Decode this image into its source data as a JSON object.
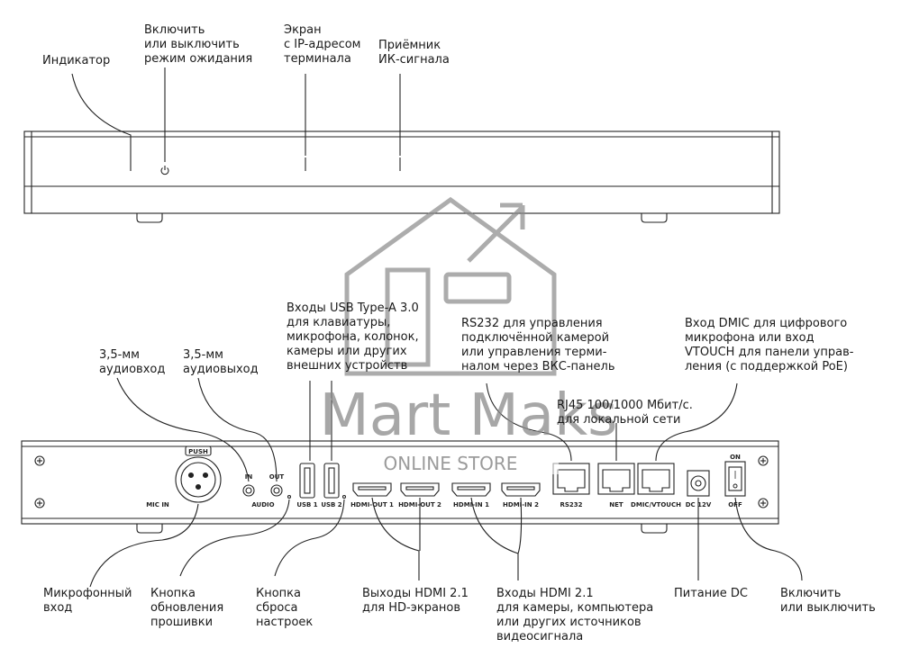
{
  "front_labels": {
    "indicator": "Индикатор",
    "standby": "Включить\nили выключить\nрежим ожидания",
    "screen": "Экран\nс IP-адресом\nтерминала",
    "ir": "Приёмник\nИК-сигнала"
  },
  "rear_top_labels": {
    "audio_in": "3,5-мм\nаудиовход",
    "audio_out": "3,5-мм\nаудиовыход",
    "usb": "Входы USB Type-A 3.0\nдля клавиатуры,\nмикрофона, колонок,\nкамеры или других\nвнешних устройств",
    "rs232": "RS232 для управления\nподключённой камерой\nили управления терми-\nналом через ВКС-панель",
    "rj45": "RJ45 100/1000 Мбит/с.\nдля локальной сети",
    "dmic": "Вход DMIC для цифрового\nмикрофона или вход\nVTOUCH для панели управ-\nления (с поддержкой PoE)"
  },
  "rear_bottom_labels": {
    "mic": "Микрофонный\nвход",
    "firmware": "Кнопка\nобновления\nпрошивки",
    "reset": "Кнопка\nсброса\nнастроек",
    "hdmi_out": "Выходы HDMI 2.1\nдля HD-экранов",
    "hdmi_in": "Входы HDMI 2.1\nдля камеры, компьютера\nили других источников\nвидеосигнала",
    "dc": "Питание DC",
    "power": "Включить\nили выключить"
  },
  "panel_labels": {
    "push": "PUSH",
    "mic_in": "MIC IN",
    "in": "IN",
    "out": "OUT",
    "audio": "AUDIO",
    "usb1": "USB 1",
    "usb2": "USB 2",
    "hdmi_out1": "HDMI-OUT 1",
    "hdmi_out2": "HDMI-OUT 2",
    "hdmi_in1": "HDMI-IN 1",
    "hdmi_in2": "HDMI-IN 2",
    "rs232": "RS232",
    "net": "NET",
    "dmic": "DMIC/VTOUCH",
    "dc12": "DC 12V",
    "on": "ON",
    "off": "OFF"
  },
  "watermark": {
    "brand": "Mart Maks",
    "sub": "ONLINE STORE"
  },
  "colors": {
    "line": "#222222",
    "watermark": "#8a8a8a"
  }
}
